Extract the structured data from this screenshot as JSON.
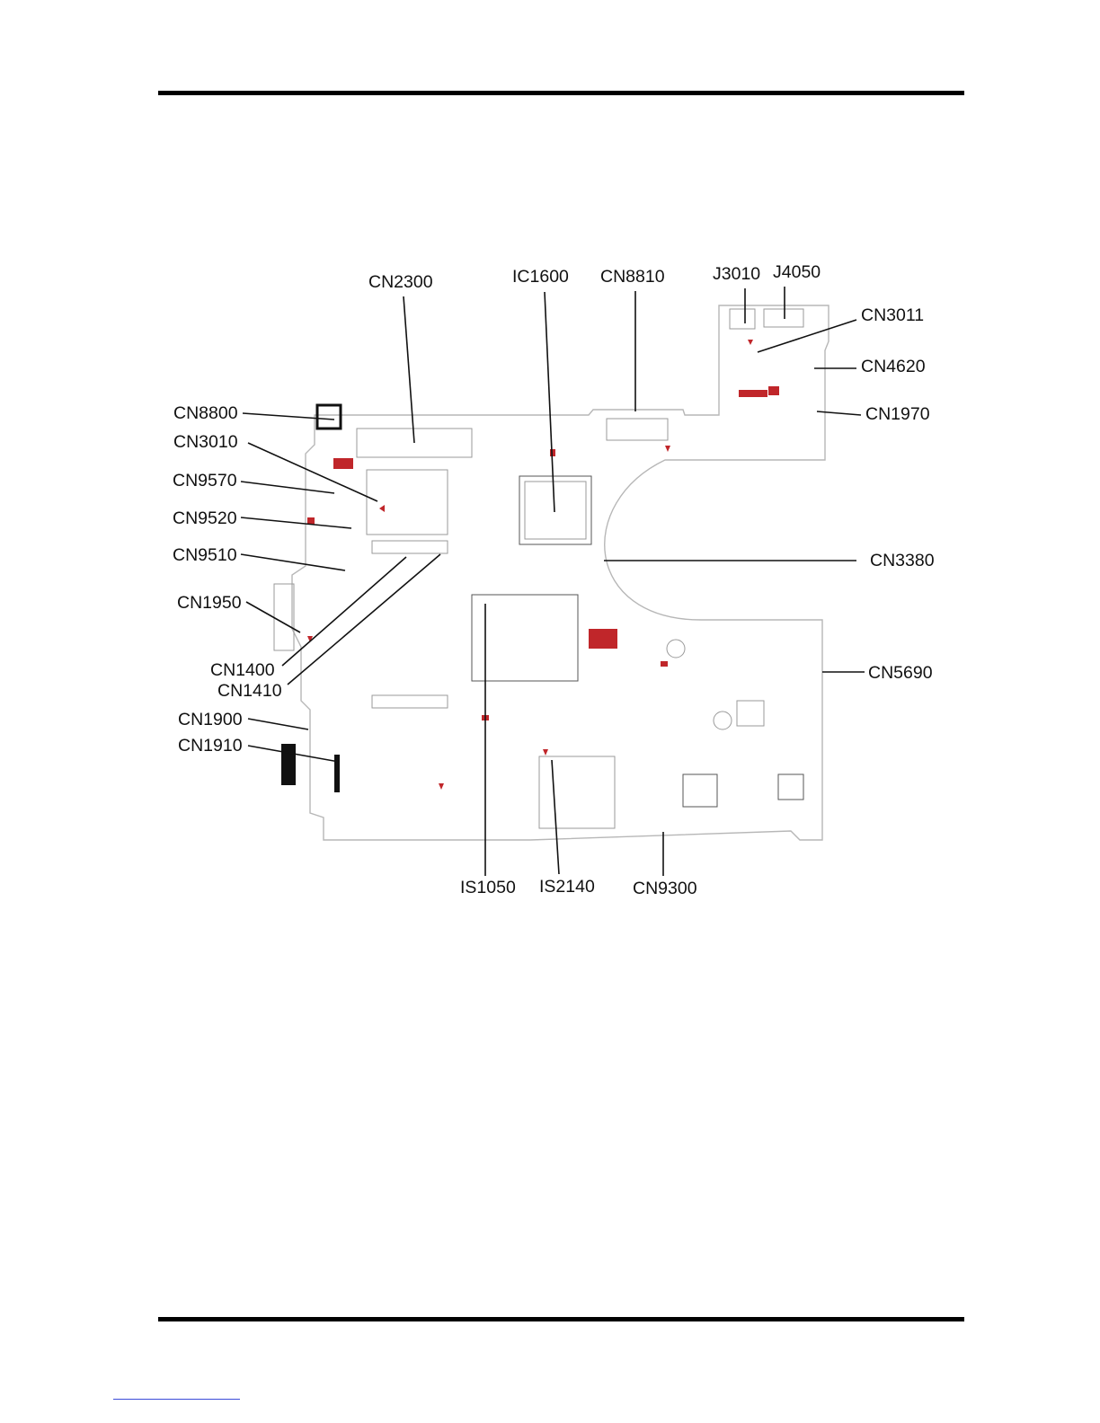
{
  "callouts": [
    {
      "id": "cn2300",
      "text": "CN2300"
    },
    {
      "id": "ic1600",
      "text": "IC1600"
    },
    {
      "id": "cn8810",
      "text": "CN8810"
    },
    {
      "id": "j3010",
      "text": "J3010"
    },
    {
      "id": "j4050",
      "text": "J4050"
    },
    {
      "id": "cn3011",
      "text": "CN3011"
    },
    {
      "id": "cn4620",
      "text": "CN4620"
    },
    {
      "id": "cn1970",
      "text": "CN1970"
    },
    {
      "id": "cn8800",
      "text": "CN8800"
    },
    {
      "id": "cn3010",
      "text": "CN3010"
    },
    {
      "id": "cn9570",
      "text": "CN9570"
    },
    {
      "id": "cn9520",
      "text": "CN9520"
    },
    {
      "id": "cn9510",
      "text": "CN9510"
    },
    {
      "id": "cn3380",
      "text": "CN3380"
    },
    {
      "id": "cn1950",
      "text": "CN1950"
    },
    {
      "id": "cn1400",
      "text": "CN1400"
    },
    {
      "id": "cn1410",
      "text": "CN1410"
    },
    {
      "id": "cn5690",
      "text": "CN5690"
    },
    {
      "id": "cn1900",
      "text": "CN1900"
    },
    {
      "id": "cn1910",
      "text": "CN1910"
    },
    {
      "id": "is1050",
      "text": "IS1050"
    },
    {
      "id": "is2140",
      "text": "IS2140"
    },
    {
      "id": "cn9300",
      "text": "CN9300"
    }
  ],
  "colors": {
    "marker": "#c0262a",
    "outline": "#b7b7b7",
    "ink": "#111111"
  }
}
